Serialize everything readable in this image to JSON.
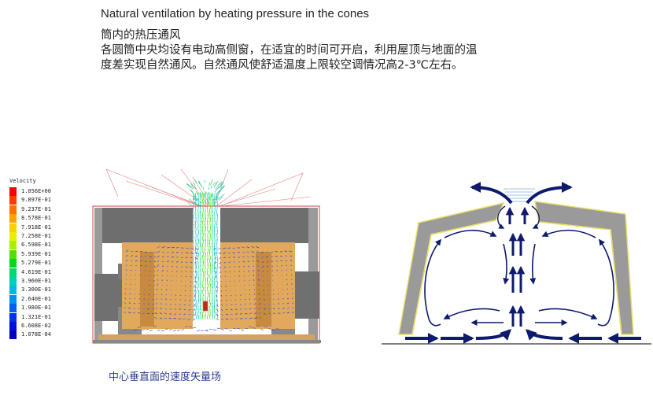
{
  "title": "Natural ventilation by heating pressure in the cones",
  "heading": "筒内的热压通风",
  "paragraph_line1": "各圆筒中央均设有电动高侧窗，在适宜的时间可开启，利用屋顶与地面的温",
  "paragraph_line2": "度差实现自然通风。自然通风使舒适温度上限较空调情况高2-3℃左右。",
  "caption": "中心垂直面的速度矢量场",
  "legend": {
    "title": "Velocity",
    "entries": [
      {
        "label": "1.056E+00",
        "color": "#ff0000"
      },
      {
        "label": "9.897E-01",
        "color": "#ff3a00"
      },
      {
        "label": "9.237E-01",
        "color": "#ff7000"
      },
      {
        "label": "8.578E-01",
        "color": "#ffa200"
      },
      {
        "label": "7.918E-01",
        "color": "#ffd000"
      },
      {
        "label": "7.258E-01",
        "color": "#e8f000"
      },
      {
        "label": "6.598E-01",
        "color": "#a8f000"
      },
      {
        "label": "5.939E-01",
        "color": "#50e000"
      },
      {
        "label": "5.279E-01",
        "color": "#00d820"
      },
      {
        "label": "4.619E-01",
        "color": "#00d870"
      },
      {
        "label": "3.960E-01",
        "color": "#00d0b8"
      },
      {
        "label": "3.300E-01",
        "color": "#00b8e8"
      },
      {
        "label": "2.640E-01",
        "color": "#0090f0"
      },
      {
        "label": "1.980E-01",
        "color": "#0060f0"
      },
      {
        "label": "1.321E-01",
        "color": "#0030e8"
      },
      {
        "label": "6.608E-02",
        "color": "#0010d8"
      },
      {
        "label": "1.078E-04",
        "color": "#0000c0"
      }
    ]
  },
  "colors": {
    "wall_gray": "#8c8c8c",
    "dark_gray": "#5e5e5e",
    "interior_tan": "#e2a85c",
    "arrow_navy": "#0d1a6e",
    "section_yellow": "#e8e06a",
    "section_gray": "#9a9a9a"
  }
}
